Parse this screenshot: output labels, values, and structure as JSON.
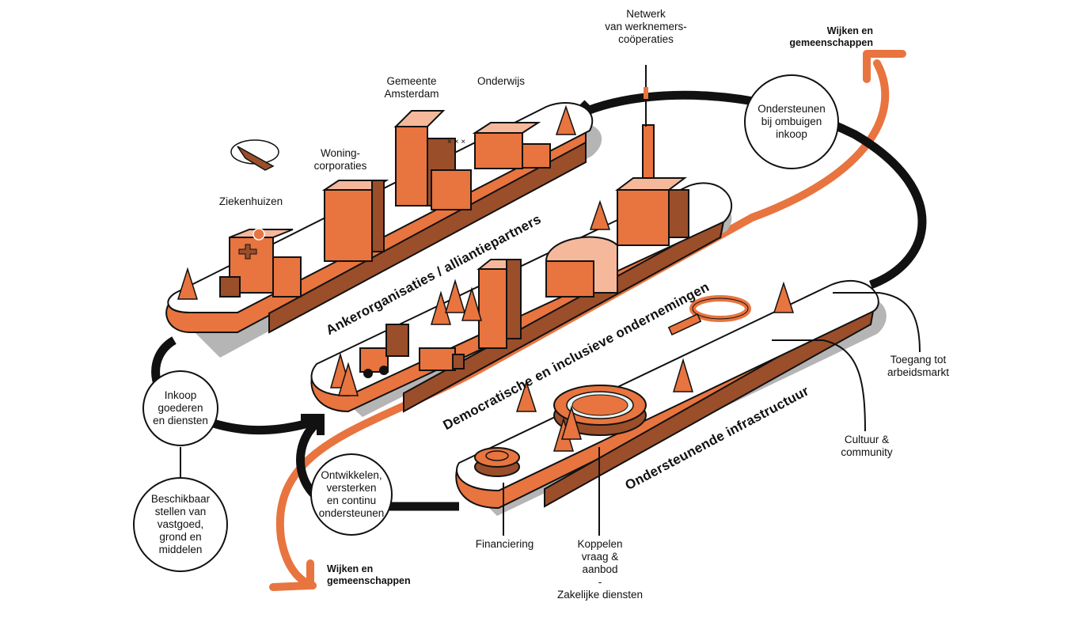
{
  "colors": {
    "orange": "#E8743F",
    "brown": "#9A4E2A",
    "light_orange": "#F6B89B",
    "shadow": "#B5B5B5",
    "line": "#111111"
  },
  "lanes": [
    {
      "id": "anchor",
      "title": "Ankerorganisaties / alliantiepartners"
    },
    {
      "id": "democratic",
      "title": "Democratische en inclusieve ondernemingen"
    },
    {
      "id": "infrastructure",
      "title": "Ondersteunende infrastructuur"
    }
  ],
  "labels": {
    "network": "Netwerk\nvan werknemers-\ncoöperaties",
    "municipality": "Gemeente\nAmsterdam",
    "education": "Onderwijs",
    "housing": "Woning-\ncorporaties",
    "hospitals": "Ziekenhuizen",
    "labor_market": "Toegang tot\narbeidsmarkt",
    "culture": "Cultuur &\ncommunity",
    "financing": "Financiering",
    "matching": "Koppelen\nvraag &\naanbod\n-\nZakelijke diensten",
    "neighborhoods_top": "Wijken en\ngemeenschappen",
    "neighborhoods_bottom": "Wijken en\ngemeenschappen"
  },
  "circles": {
    "support_procurement": "Ondersteunen\nbij ombuigen\ninkoop",
    "procurement": "Inkoop\ngoederen\nen diensten",
    "real_estate": "Beschikbaar\nstellen van\nvastgoed,\ngrond en\nmiddelen",
    "develop": "Ontwikkelen,\nversterken\nen continu\nondersteunen"
  }
}
